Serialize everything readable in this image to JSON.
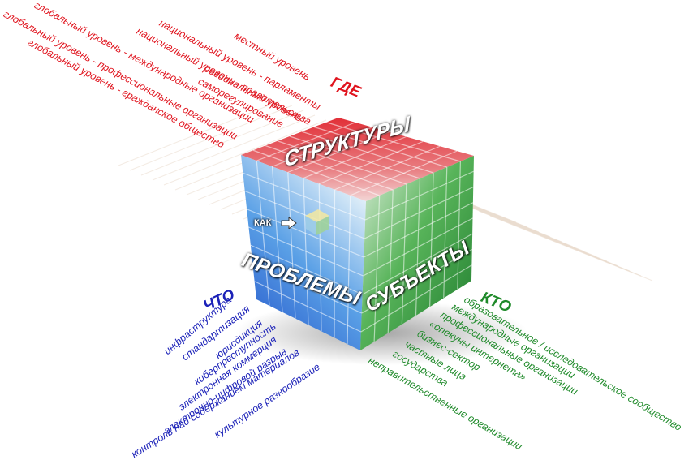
{
  "axes": {
    "where": {
      "heading": "ГДЕ",
      "items": [
        "местный уровень",
        "национальный уровень - парламенты",
        "национальный уровень - правительства",
        "региональный уровень",
        "саморегулирование",
        "глобальный уровень - международные организации",
        "глобальный уровень - профессиональные организации",
        "глобальный уровень - гражданское общество"
      ],
      "color": "#e0141e"
    },
    "what": {
      "heading": "ЧТО",
      "items": [
        "инфраструктура",
        "стандартизация",
        "юрисдикция",
        "киберпреступность",
        "электронная коммерция",
        "электронно-цифровой разрыв",
        "контроль над содержанием материалов",
        "культурное разнообразие"
      ],
      "color": "#1c22b8"
    },
    "who": {
      "heading": "КТО",
      "items": [
        "образовательное / исследовательское сообщество",
        "международные организации",
        "профессиональные организации",
        "«опекуны интернета»",
        "бизнес-сектор",
        "частные лица",
        "государства",
        "неправительственные организации"
      ],
      "color": "#1f8a2a"
    }
  },
  "cube": {
    "top_label": "СТРУКТУРЫ",
    "left_label": "ПРОБЛЕМЫ",
    "right_label": "СУБЪЕКТЫ",
    "pointer_label": "КАК",
    "top_color": "#d8343a",
    "left_color": "#2f6fd8",
    "right_color": "#2e9a3e"
  }
}
